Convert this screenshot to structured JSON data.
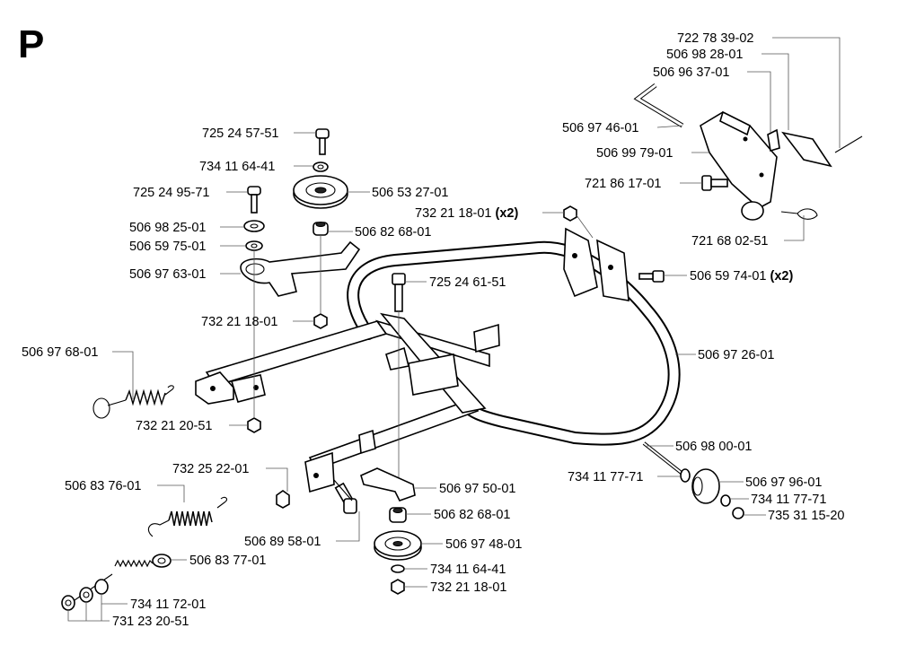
{
  "page_letter": "P",
  "labels": [
    {
      "id": "l01",
      "text": "725 24 57-51"
    },
    {
      "id": "l02",
      "text": "734 11 64-41"
    },
    {
      "id": "l03",
      "text": "725 24 95-71"
    },
    {
      "id": "l04",
      "text": "506 53 27-01"
    },
    {
      "id": "l05",
      "text": "506 98 25-01"
    },
    {
      "id": "l06",
      "text": "506 82 68-01"
    },
    {
      "id": "l07",
      "text": "506 59 75-01"
    },
    {
      "id": "l08",
      "text": "506 97 63-01"
    },
    {
      "id": "l09",
      "text": "732 21 18-01"
    },
    {
      "id": "l10",
      "text": "506 97 68-01"
    },
    {
      "id": "l11",
      "text": "732 21 20-51"
    },
    {
      "id": "l12",
      "text": "732 25 22-01"
    },
    {
      "id": "l13",
      "text": "506 83 76-01"
    },
    {
      "id": "l14",
      "text": "506 89 58-01"
    },
    {
      "id": "l15",
      "text": "506 83 77-01"
    },
    {
      "id": "l16",
      "text": "734 11 72-01"
    },
    {
      "id": "l17",
      "text": "731 23 20-51"
    },
    {
      "id": "l18",
      "text": "725 24 61-51"
    },
    {
      "id": "l19",
      "text": "732 21 18-01",
      "suffix": "(x2)"
    },
    {
      "id": "l20",
      "text": "506 97 46-01"
    },
    {
      "id": "l21",
      "text": "506 99 79-01"
    },
    {
      "id": "l22",
      "text": "721 86 17-01"
    },
    {
      "id": "l23",
      "text": "722 78 39-02"
    },
    {
      "id": "l24",
      "text": "506 98 28-01"
    },
    {
      "id": "l25",
      "text": "506 96 37-01"
    },
    {
      "id": "l26",
      "text": "721 68 02-51"
    },
    {
      "id": "l27",
      "text": "506 59 74-01",
      "suffix": "(x2)"
    },
    {
      "id": "l28",
      "text": "506 97 26-01"
    },
    {
      "id": "l29",
      "text": "506 98 00-01"
    },
    {
      "id": "l30",
      "text": "734 11 77-71"
    },
    {
      "id": "l31",
      "text": "506 97 96-01"
    },
    {
      "id": "l32",
      "text": "734 11 77-71"
    },
    {
      "id": "l33",
      "text": "735 31 15-20"
    },
    {
      "id": "l34",
      "text": "506 97 50-01"
    },
    {
      "id": "l35",
      "text": "506 82 68-01"
    },
    {
      "id": "l36",
      "text": "506 97 48-01"
    },
    {
      "id": "l37",
      "text": "734 11 64-41"
    },
    {
      "id": "l38",
      "text": "732 21 18-01"
    }
  ]
}
